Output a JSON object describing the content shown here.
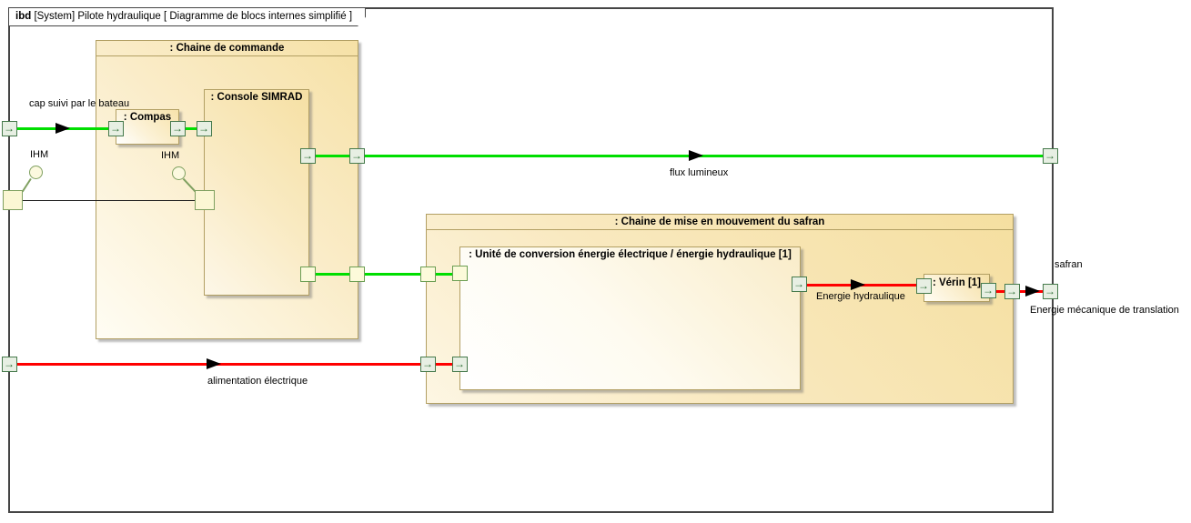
{
  "frame": {
    "title_kind": "ibd",
    "title_rest": " [System] Pilote hydraulique [ Diagramme de blocs internes simplifié ]"
  },
  "blocks": {
    "chaine_commande": {
      "label": ": Chaine de commande"
    },
    "console_simrad": {
      "label": ": Console SIMRAD"
    },
    "compas": {
      "label": ": Compas"
    },
    "chaine_safran": {
      "label": ": Chaine de mise en mouvement du safran"
    },
    "unite_conversion": {
      "label": ": Unité de conversion énergie électrique / énergie hydraulique [1]"
    },
    "verin": {
      "label": ": Vérin [1]"
    }
  },
  "labels": {
    "cap": "cap suivi par le bateau",
    "ihm_left": "IHM",
    "ihm_right": "IHM",
    "flux_lumineux": "flux lumineux",
    "energie_hydraulique": "Energie hydraulique",
    "safran": "safran",
    "energie_mecanique": "Energie mécanique de translation",
    "alimentation": "alimentation électrique"
  },
  "colors": {
    "flow_green": "#00de00",
    "flow_red": "#ff0000",
    "block_border": "#b29f63",
    "block_fill_top": "#f6e1a6",
    "port_flow_fill": "#e7efe3",
    "port_flow_border": "#467a4c",
    "port_plain_fill": "#fcfada",
    "port_plain_border": "#6b9e53",
    "frame_border": "#454545"
  }
}
